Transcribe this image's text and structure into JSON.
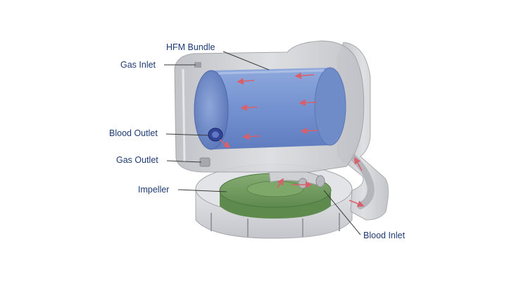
{
  "labels": {
    "hfm_bundle": "HFM Bundle",
    "gas_inlet": "Gas Inlet",
    "blood_outlet": "Blood Outlet",
    "gas_outlet": "Gas Outlet",
    "impeller": "Impeller",
    "blood_inlet": "Blood Inlet"
  },
  "colors": {
    "label_text": "#1f3b73",
    "leader_line": "#3a3a3a",
    "housing": "#c9cace",
    "hfm_bundle": "#6f8fd0",
    "impeller": "#6f9a5a",
    "flow_arrow": "#d8606a"
  },
  "icons": {
    "flow_arrow": "flow-arrow-icon"
  }
}
